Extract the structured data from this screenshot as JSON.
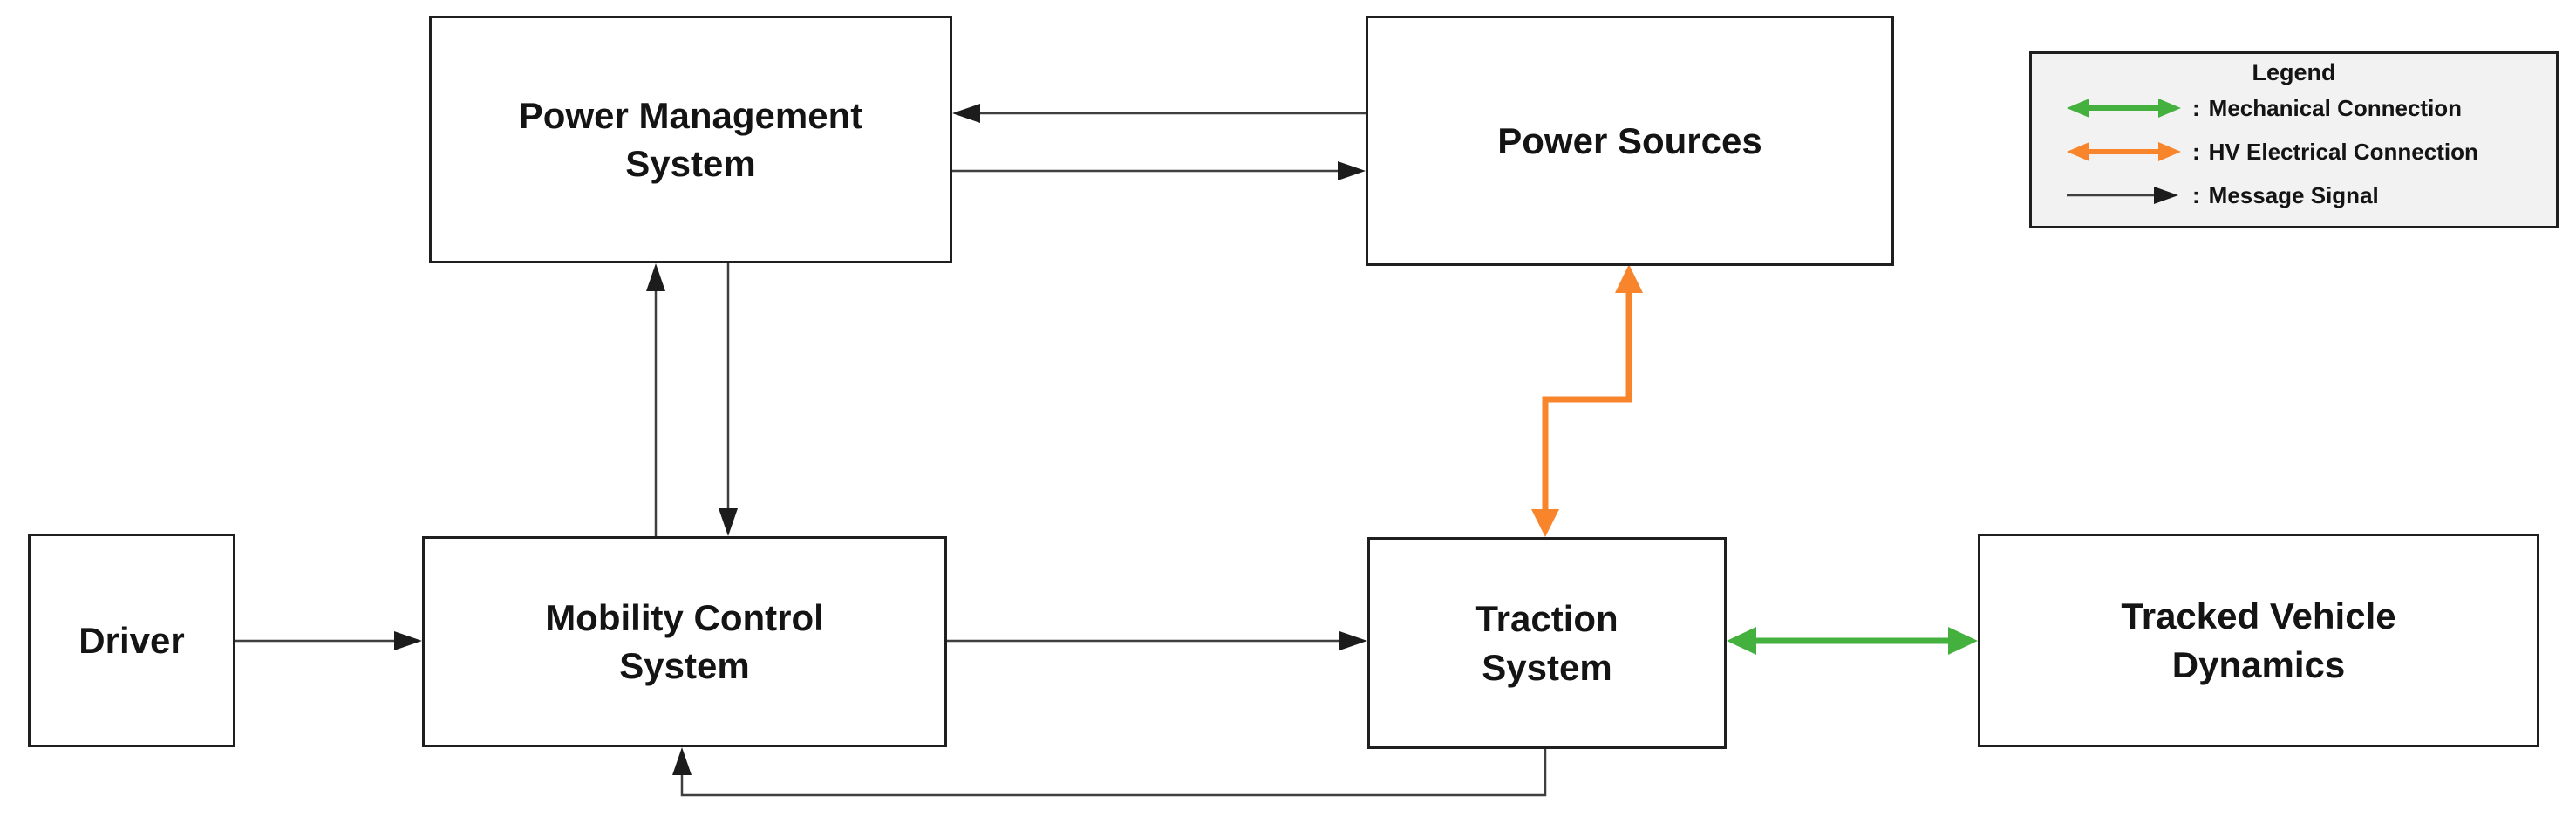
{
  "diagram": {
    "nodes": {
      "power_management": {
        "label": "Power Management System"
      },
      "power_sources": {
        "label": "Power Sources"
      },
      "driver": {
        "label": "Driver"
      },
      "mobility_control": {
        "label": "Mobility Control System"
      },
      "traction": {
        "label": "Traction System"
      },
      "tracked_vehicle": {
        "label": "Tracked Vehicle Dynamics"
      }
    },
    "legend": {
      "title": "Legend",
      "items": [
        {
          "symbol": "green-double-arrow",
          "separator": ":",
          "label": "Mechanical Connection"
        },
        {
          "symbol": "orange-double-arrow",
          "separator": ":",
          "label": "HV Electrical Connection"
        },
        {
          "symbol": "black-single-arrow",
          "separator": ":",
          "label": "Message Signal"
        }
      ]
    },
    "colors": {
      "mechanical": "#44b13e",
      "hv_electrical": "#f8842c",
      "message": "#3f3f3f",
      "arrowhead": "#1c1c1c",
      "box_border": "#1f1f1f",
      "legend_background": "#f2f2f2"
    },
    "connections": [
      {
        "from": "driver",
        "to": "mobility_control",
        "type": "message",
        "bidirectional": false
      },
      {
        "from": "mobility_control",
        "to": "power_management",
        "type": "message",
        "bidirectional": false
      },
      {
        "from": "power_management",
        "to": "mobility_control",
        "type": "message",
        "bidirectional": false
      },
      {
        "from": "power_sources",
        "to": "power_management",
        "type": "message",
        "bidirectional": false
      },
      {
        "from": "power_management",
        "to": "power_sources",
        "type": "message",
        "bidirectional": false
      },
      {
        "from": "mobility_control",
        "to": "traction",
        "type": "message",
        "bidirectional": false
      },
      {
        "from": "traction",
        "to": "mobility_control",
        "type": "message",
        "bidirectional": false
      },
      {
        "from": "traction",
        "to": "tracked_vehicle",
        "type": "mechanical",
        "bidirectional": true
      },
      {
        "from": "power_sources",
        "to": "traction",
        "type": "hv_electrical",
        "bidirectional": true
      }
    ]
  }
}
